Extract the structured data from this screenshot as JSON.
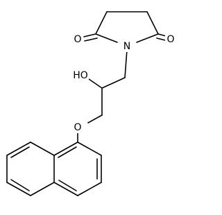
{
  "diagram": {
    "kind": "chemical-structure",
    "colors": {
      "bond": "#000000",
      "label": "#000000",
      "background": "#ffffff"
    },
    "atom_labels": {
      "carbonyl_o_left": "O",
      "carbonyl_o_right": "O",
      "nitrogen": "N",
      "hydroxyl": "HO",
      "ether_o": "O"
    }
  }
}
